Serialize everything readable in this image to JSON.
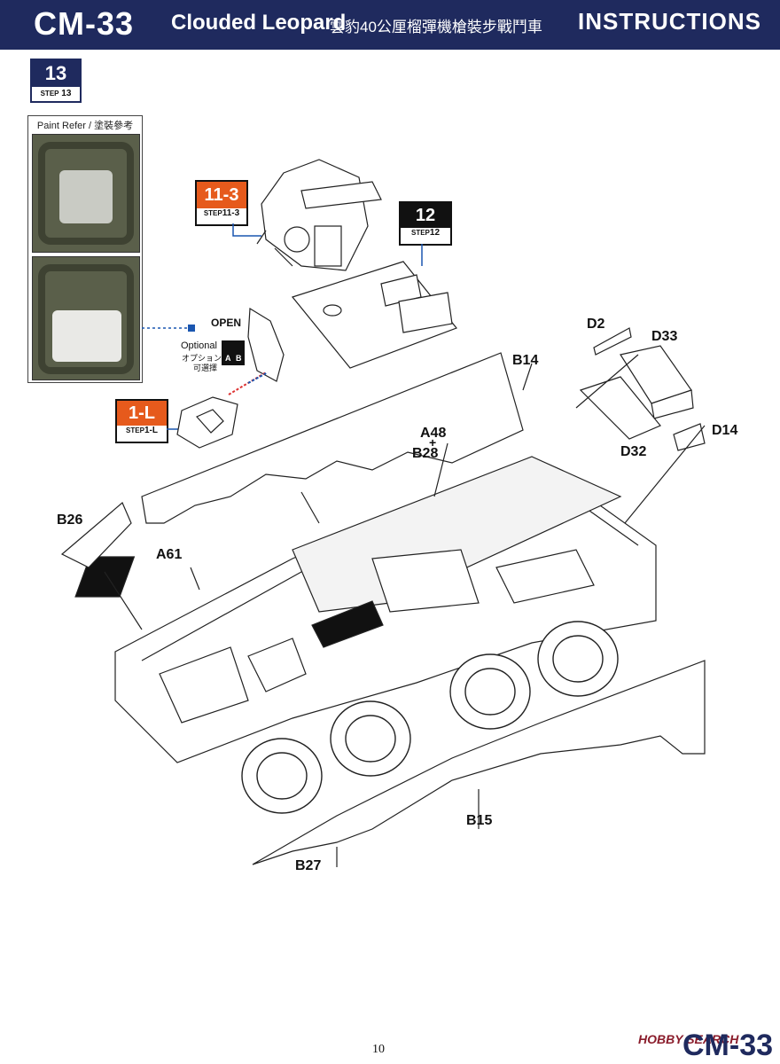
{
  "header": {
    "model_code": "CM-33",
    "model_name": "Clouded Leopard",
    "model_name_cjk": "雲豹40公厘榴彈機槍裝步戰鬥車",
    "title": "INSTRUCTIONS"
  },
  "step": {
    "number": "13",
    "label": "STEP",
    "sub_number": "13"
  },
  "paint_refer": {
    "label": "Paint Refer / 塗裝參考"
  },
  "hatch": {
    "open_label": "OPEN",
    "optional_label": "Optional",
    "optional_jp": "オプション",
    "optional_cn": "可選擇",
    "option_a": "A",
    "option_b": "B"
  },
  "refs": {
    "ref_11_3": {
      "big": "11-3",
      "step": "STEP",
      "num": "11-3"
    },
    "ref_12": {
      "big": "12",
      "step": "STEP",
      "num": "12"
    },
    "ref_1_l": {
      "big": "1-L",
      "step": "STEP",
      "num": "1-L"
    }
  },
  "parts": {
    "d2": "D2",
    "d33": "D33",
    "d14": "D14",
    "d32": "D32",
    "b14": "B14",
    "a48": "A48",
    "plus": "+",
    "b28": "B28",
    "b26": "B26",
    "a61": "A61",
    "b15": "B15",
    "b27": "B27"
  },
  "footer": {
    "page": "10",
    "watermark": "HOBBY SEARCH",
    "code": "CM-33"
  },
  "colors": {
    "header_bg": "#1f2a5e",
    "ref_orange": "#e65a1c",
    "ref_black": "#111111",
    "callout_blue": "#1a56b0"
  }
}
